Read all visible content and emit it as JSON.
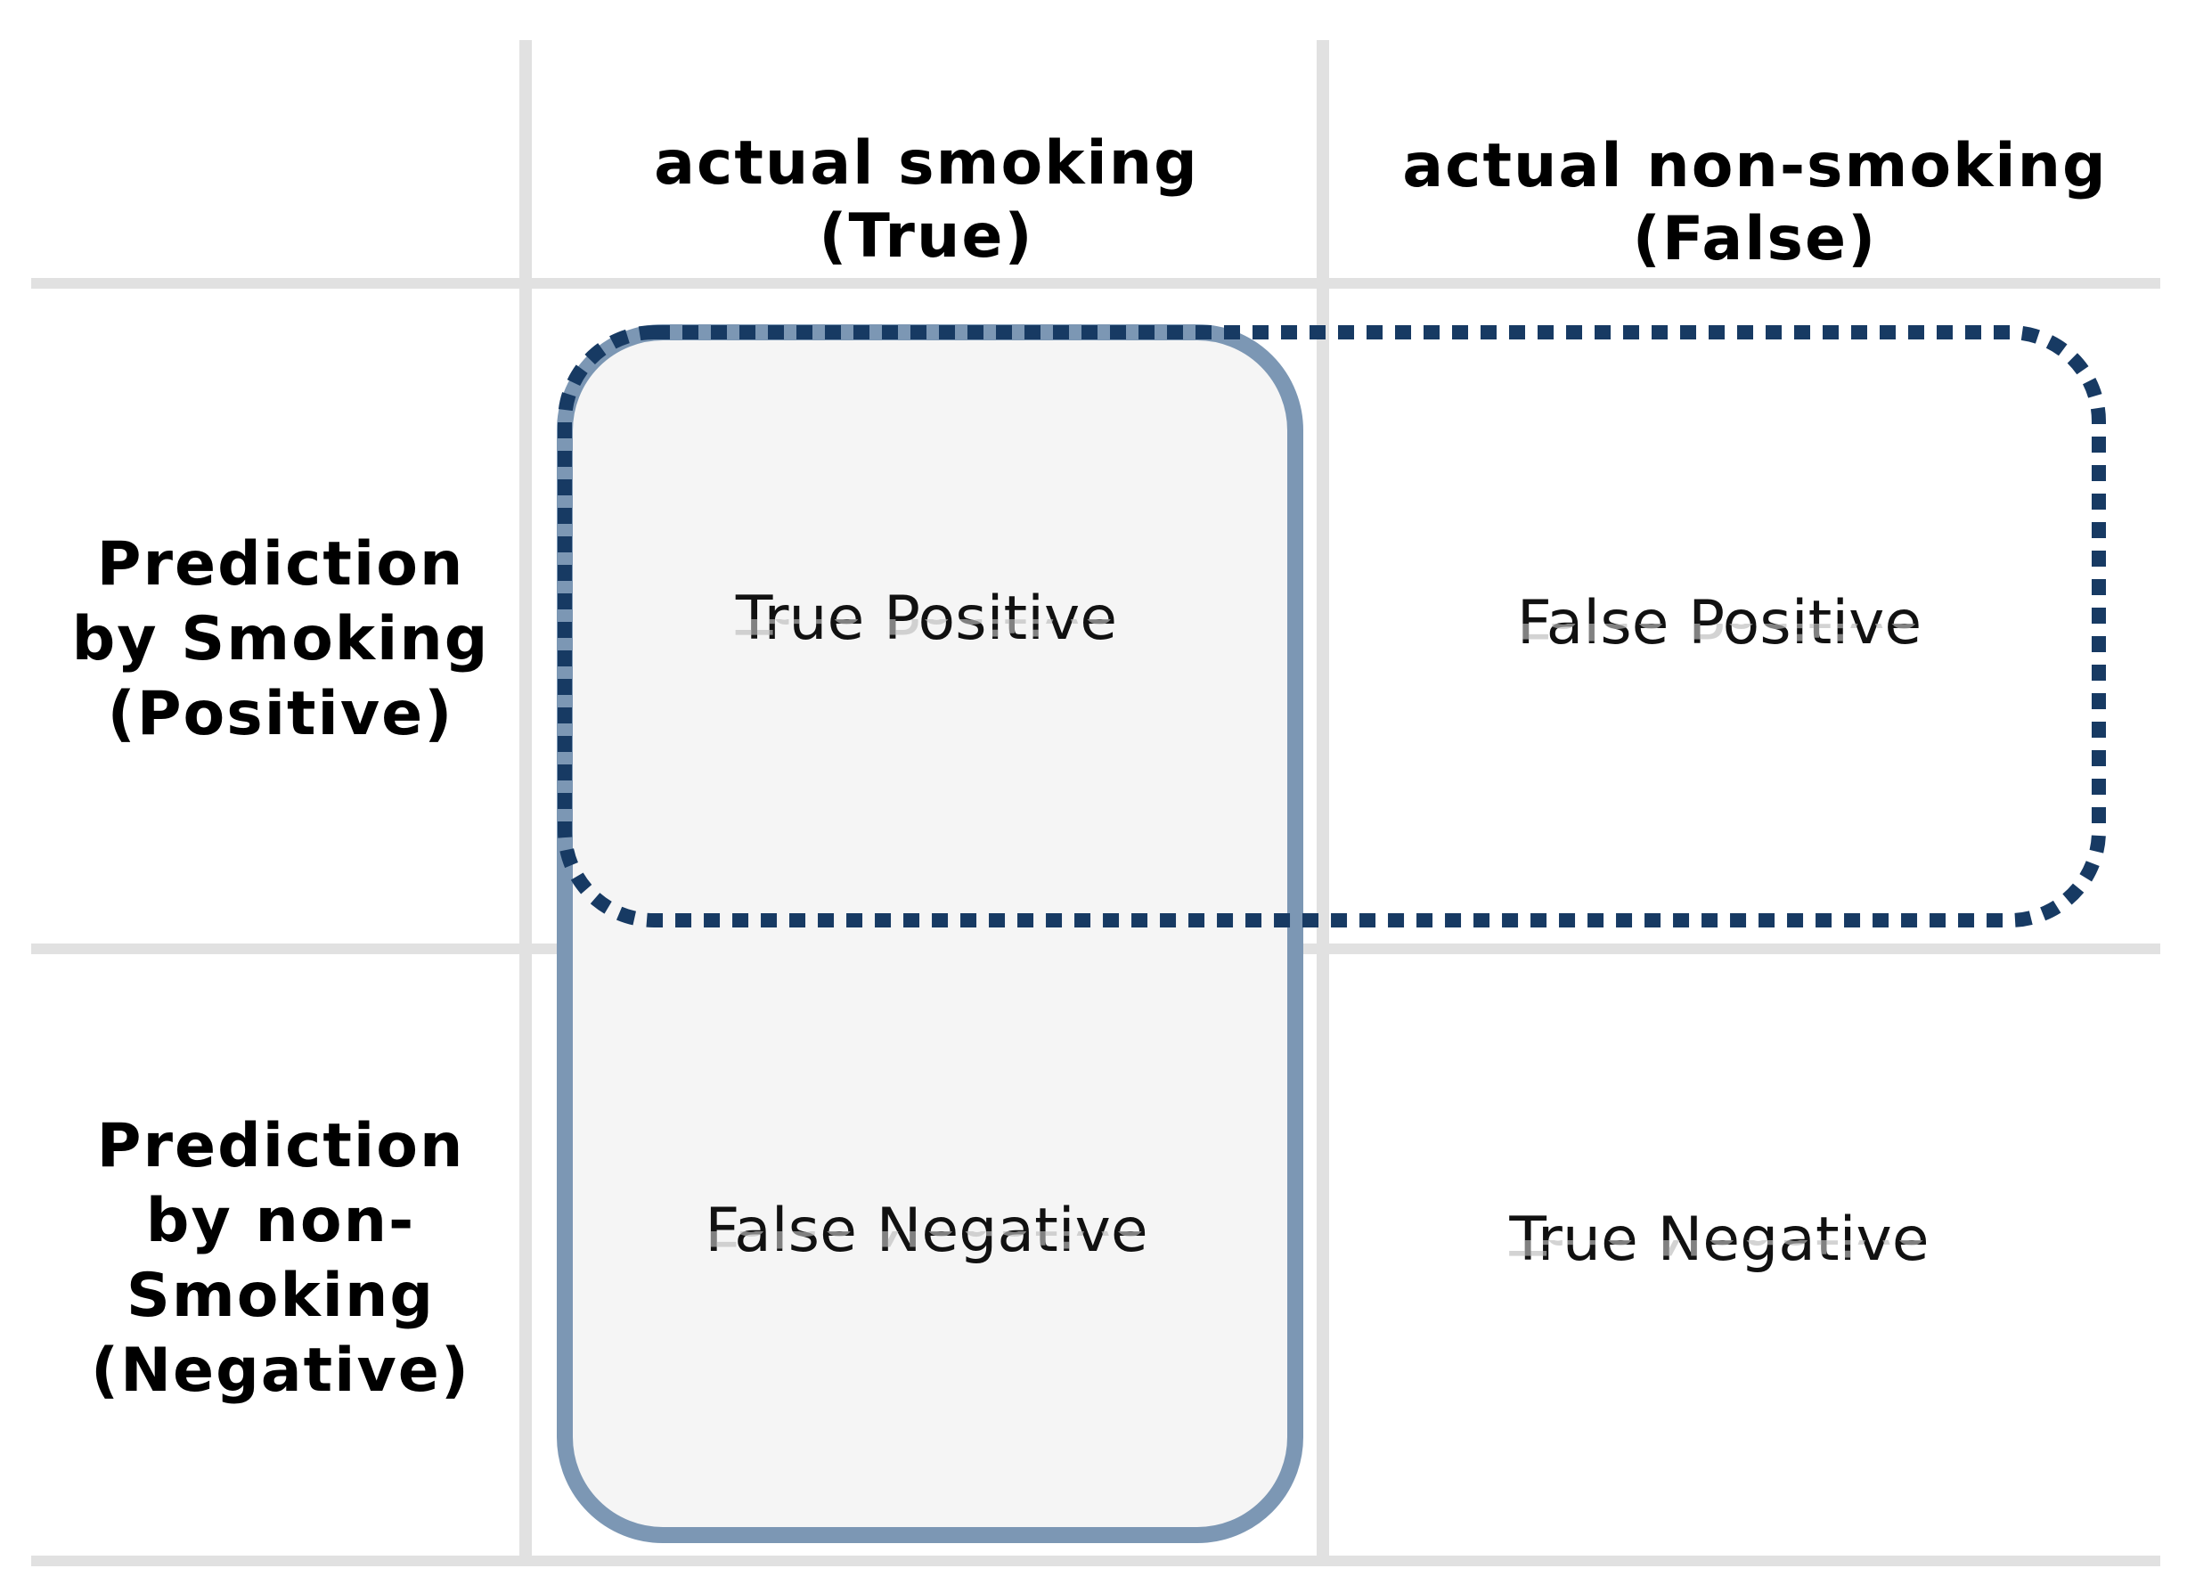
{
  "columns": [
    {
      "line1": "actual smoking",
      "line2": "(True)"
    },
    {
      "line1": "actual non-smoking",
      "line2": "(False)"
    }
  ],
  "rows": [
    {
      "lines": [
        "Prediction",
        "by Smoking",
        "(Positive)"
      ]
    },
    {
      "lines": [
        "Prediction",
        "by non-",
        "Smoking",
        "(Negative)"
      ]
    }
  ],
  "cells": {
    "true_positive": "True Positive",
    "false_positive": "False Positive",
    "false_negative": "False Negative",
    "true_negative": "True Negative"
  },
  "colors": {
    "grid": "#e1e1e1",
    "solid_box_stroke": "#7c97b4",
    "solid_box_fill": "#f5f5f5",
    "dotted_box_stroke": "#173a63"
  }
}
